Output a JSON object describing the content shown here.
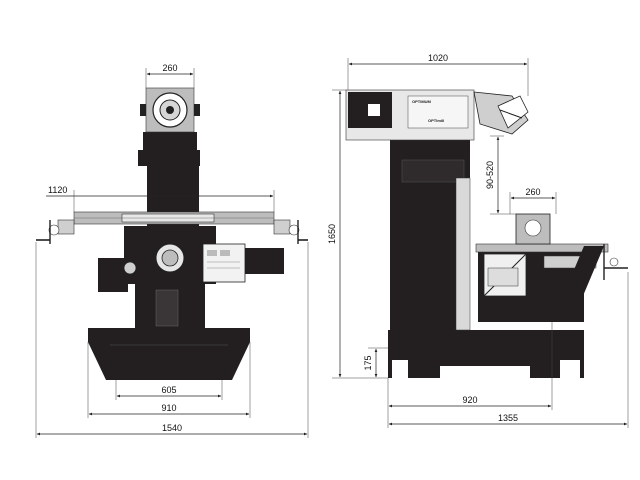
{
  "colors": {
    "machine_body": "#231f20",
    "table": "#bdbdbd",
    "panel": "#e8e8e8",
    "background": "#ffffff"
  },
  "front_view": {
    "dims": {
      "head_width": "260",
      "table_length": "1120",
      "base_inner": "605",
      "base_width": "910",
      "overall_width": "1540"
    }
  },
  "side_view": {
    "dims": {
      "overall_depth_top": "1020",
      "overall_height": "1650",
      "spindle_travel": "90-520",
      "head_width": "260",
      "base_height": "175",
      "base_depth": "920",
      "overall_depth": "1355"
    },
    "brand_label": "OPTIMUM",
    "brand_sub": "OPTImill"
  }
}
